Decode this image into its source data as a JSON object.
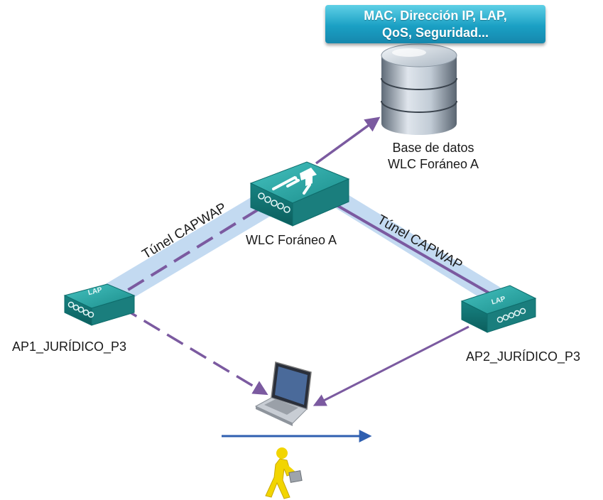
{
  "banner": {
    "line1": "MAC, Dirección IP, LAP,",
    "line2": "QoS, Seguridad..."
  },
  "database": {
    "line1": "Base de datos",
    "line2": "WLC Foráneo A"
  },
  "wlc": {
    "label": "WLC Foráneo A"
  },
  "tunnel_left": {
    "label": "Túnel CAPWAP"
  },
  "tunnel_right": {
    "label": "Túnel CAPWAP"
  },
  "ap1": {
    "label": "AP1_JURÍDICO_P3",
    "badge": "LAP"
  },
  "ap2": {
    "label": "AP2_JURÍDICO_P3",
    "badge": "LAP"
  },
  "colors": {
    "tunnel": "#b9d3ee",
    "arrow": "#7b5aa0",
    "move_arrow": "#2f5fb0",
    "device": "#1f8f8c",
    "person": "#f2d500"
  },
  "icons": [
    "database-icon",
    "wlc-switch-icon",
    "access-point-icon",
    "laptop-icon",
    "walking-person-icon"
  ]
}
